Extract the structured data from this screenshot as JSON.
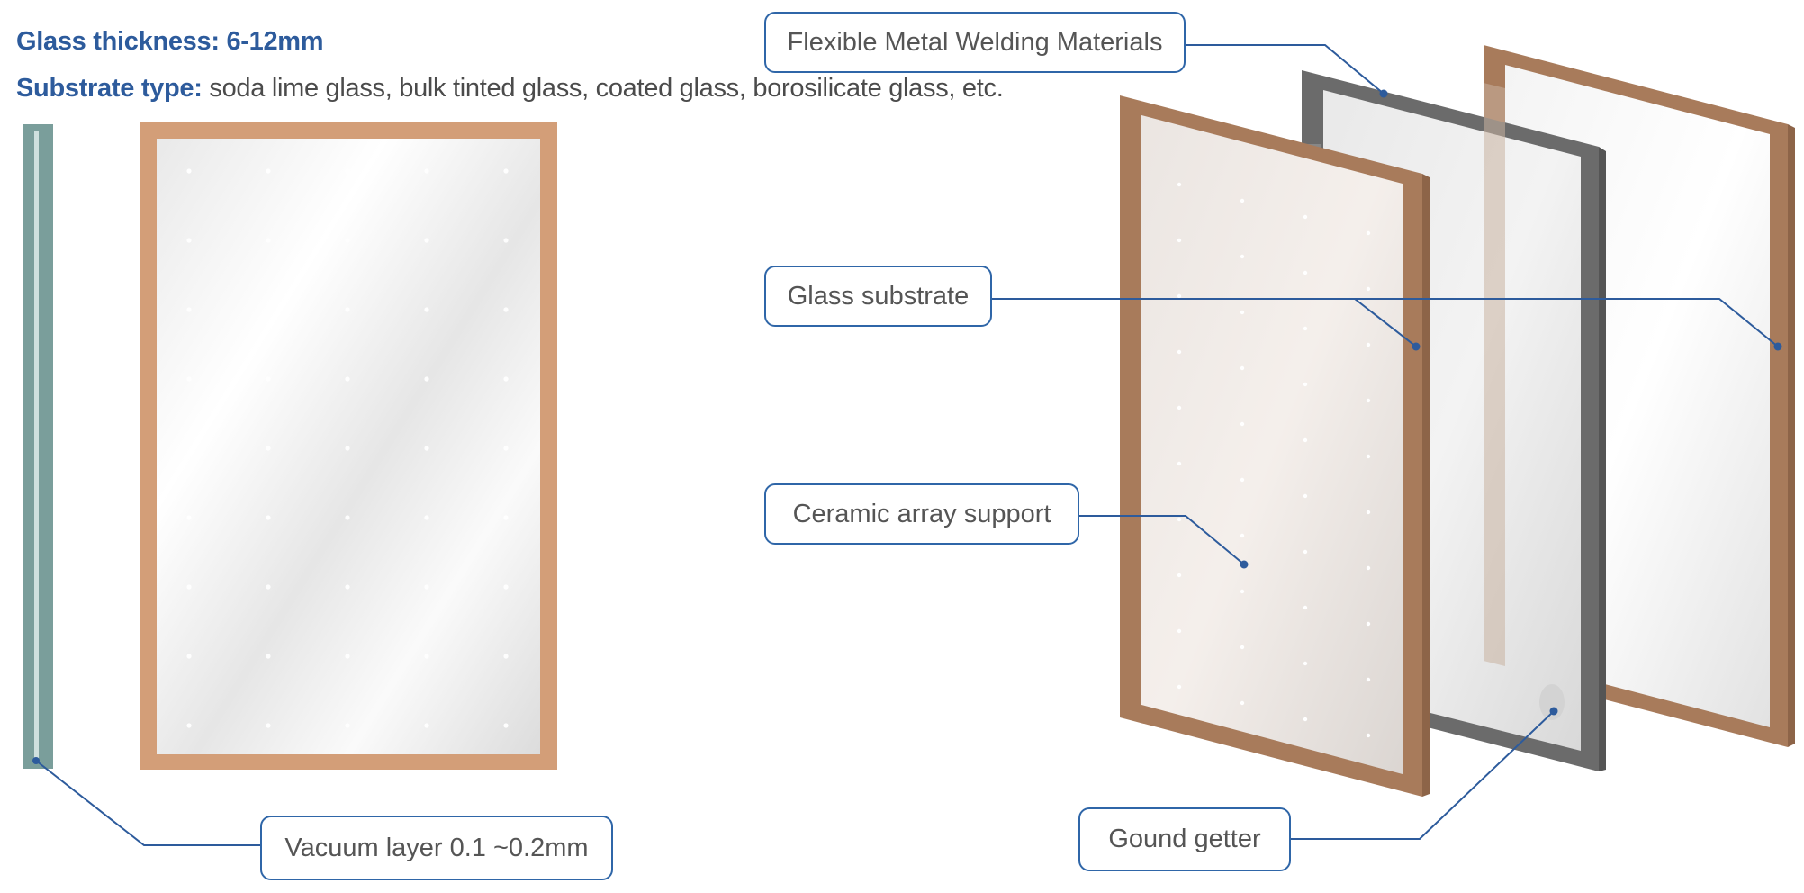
{
  "specs": {
    "thickness_label": "Glass thickness:",
    "thickness_value": "6-12mm",
    "substrate_label": "Substrate type:",
    "substrate_value": "soda lime glass, bulk tinted glass, coated glass, borosilicate glass, etc."
  },
  "callouts": {
    "welding": "Flexible Metal Welding Materials",
    "glass_substrate": "Glass substrate",
    "ceramic_support": "Ceramic array support",
    "vacuum_layer": "Vacuum layer 0.1 ~0.2mm",
    "getter": "Gound getter"
  },
  "colors": {
    "accent_blue": "#2d5b9c",
    "copper_frame": "#a87b5b",
    "front_frame": "#d39e78",
    "metal_frame": "#6b6b6b",
    "edge_view": "#7a9e9b"
  }
}
